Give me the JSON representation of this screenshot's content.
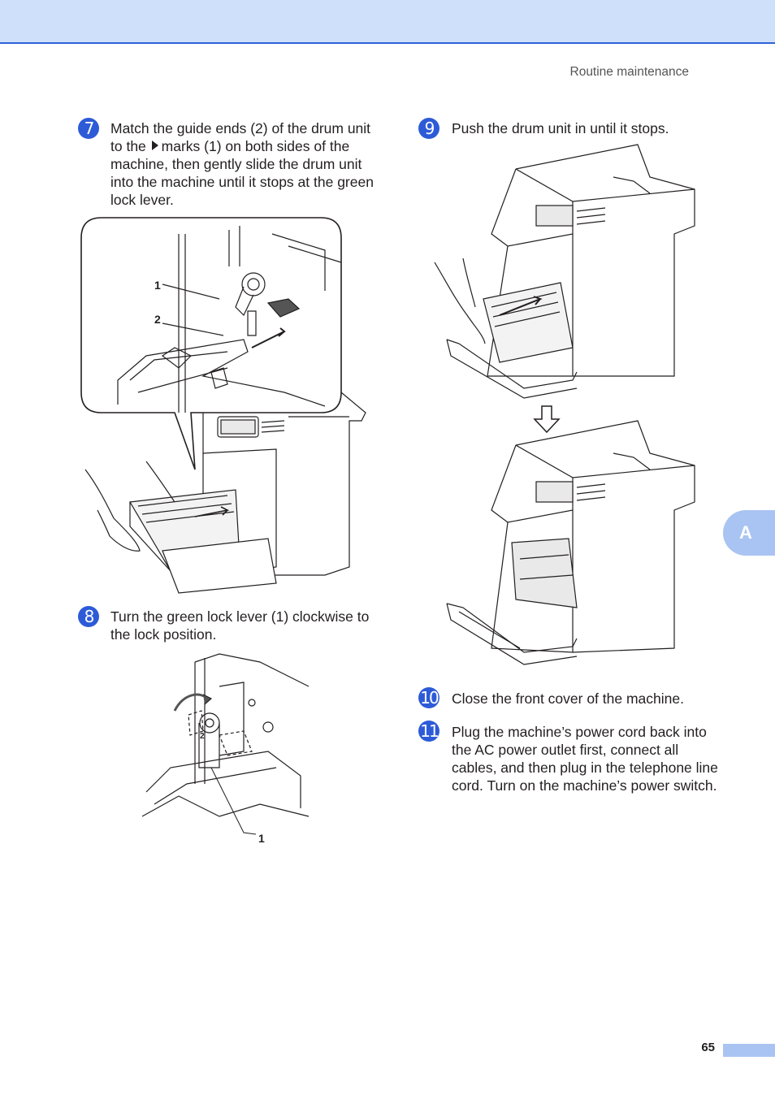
{
  "header": {
    "title": "Routine maintenance"
  },
  "steps": [
    {
      "number": "7",
      "text_before": "Match the guide ends (2) of the drum unit to the",
      "text_after": "marks (1) on both sides of the machine, then gently slide the drum unit into the machine until it stops at the green lock lever."
    },
    {
      "number": "8",
      "text": "Turn the green lock lever (1) clockwise to the lock position."
    },
    {
      "number": "9",
      "text": "Push the drum unit in until it stops."
    },
    {
      "number": "10",
      "text": "Close the front cover of the machine."
    },
    {
      "number": "11",
      "text": "Plug the machine’s power cord back into the AC power outlet first, connect all cables, and then plug in the telephone line cord. Turn on the machine’s power switch."
    }
  ],
  "figure_labels": {
    "callout_1": "1",
    "callout_2": "2",
    "lever_1": "1"
  },
  "side_tab": {
    "label": "A"
  },
  "footer": {
    "page_number": "65"
  },
  "colors": {
    "accent": "#2d5bd8",
    "band": "#cfe0fb",
    "tab": "#a9c4f2"
  },
  "icons": [
    "right-triangle-icon",
    "down-arrow-icon"
  ]
}
